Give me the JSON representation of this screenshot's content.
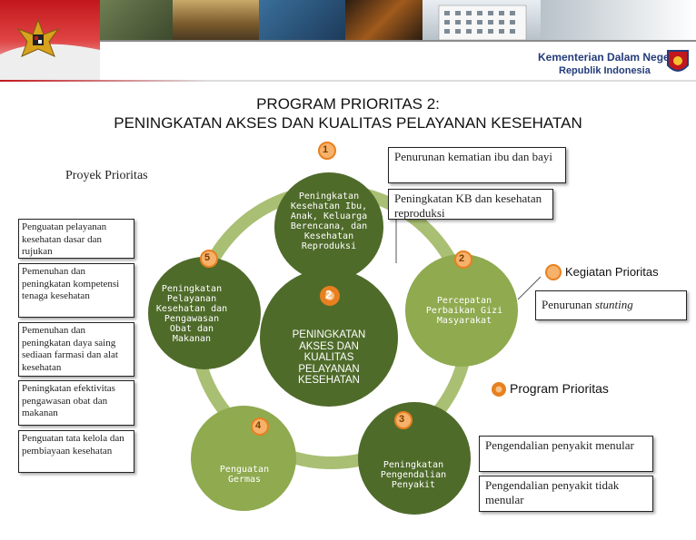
{
  "header": {
    "ministry_line1": "Kementerian Dalam Negeri",
    "ministry_line2": "Republik Indonesia"
  },
  "title": {
    "line1": "PROGRAM PRIORITAS 2:",
    "line2": "PENINGKATAN AKSES DAN KUALITAS PELAYANAN KESEHATAN"
  },
  "left_panel": {
    "heading": "Proyek Prioritas",
    "items": [
      "Penguatan pelayanan kesehatan dasar dan rujukan",
      "Pemenuhan dan peningkatan kompetensi tenaga kesehatan",
      "Pemenuhan dan peningkatan daya saing sediaan farmasi dan alat kesehatan",
      "Peningkatan efektivitas pengawasan obat dan makanan",
      "Penguatan tata kelola dan pembiayaan kesehatan"
    ]
  },
  "center": {
    "number": "2",
    "label": "PENINGKATAN AKSES DAN KUALITAS PELAYANAN KESEHATAN"
  },
  "segments": [
    {
      "number": "1",
      "label": "Peningkatan Kesehatan Ibu, Anak, Keluarga Berencana, dan Kesehatan Reproduksi"
    },
    {
      "number": "2",
      "label": "Percepatan Perbaikan Gizi Masyarakat"
    },
    {
      "number": "3",
      "label": "Peningkatan Pengendalian Penyakit"
    },
    {
      "number": "4",
      "label": "Penguatan Germas"
    },
    {
      "number": "5",
      "label": "Peningkatan Pelayanan Kesehatan dan Pengawasan Obat dan Makanan"
    }
  ],
  "kegiatan": {
    "seg1_a": "Penurunan kematian ibu dan bayi",
    "seg1_b": "Peningkatan KB dan kesehatan reproduksi",
    "seg2_a": "Penurunan",
    "seg2_a_em": "stunting",
    "seg3_a": "Pengendalian penyakit menular",
    "seg3_b": "Pengendalian penyakit tidak menular"
  },
  "legend": {
    "kegiatan_prioritas": "Kegiatan Prioritas",
    "program_prioritas": "Program Prioritas"
  },
  "colors": {
    "dark_green": "#4f6b2a",
    "light_green": "#8faa4f",
    "ring": "#a9bf73",
    "orange": "#e8801f",
    "title_blue": "#233c7a"
  }
}
